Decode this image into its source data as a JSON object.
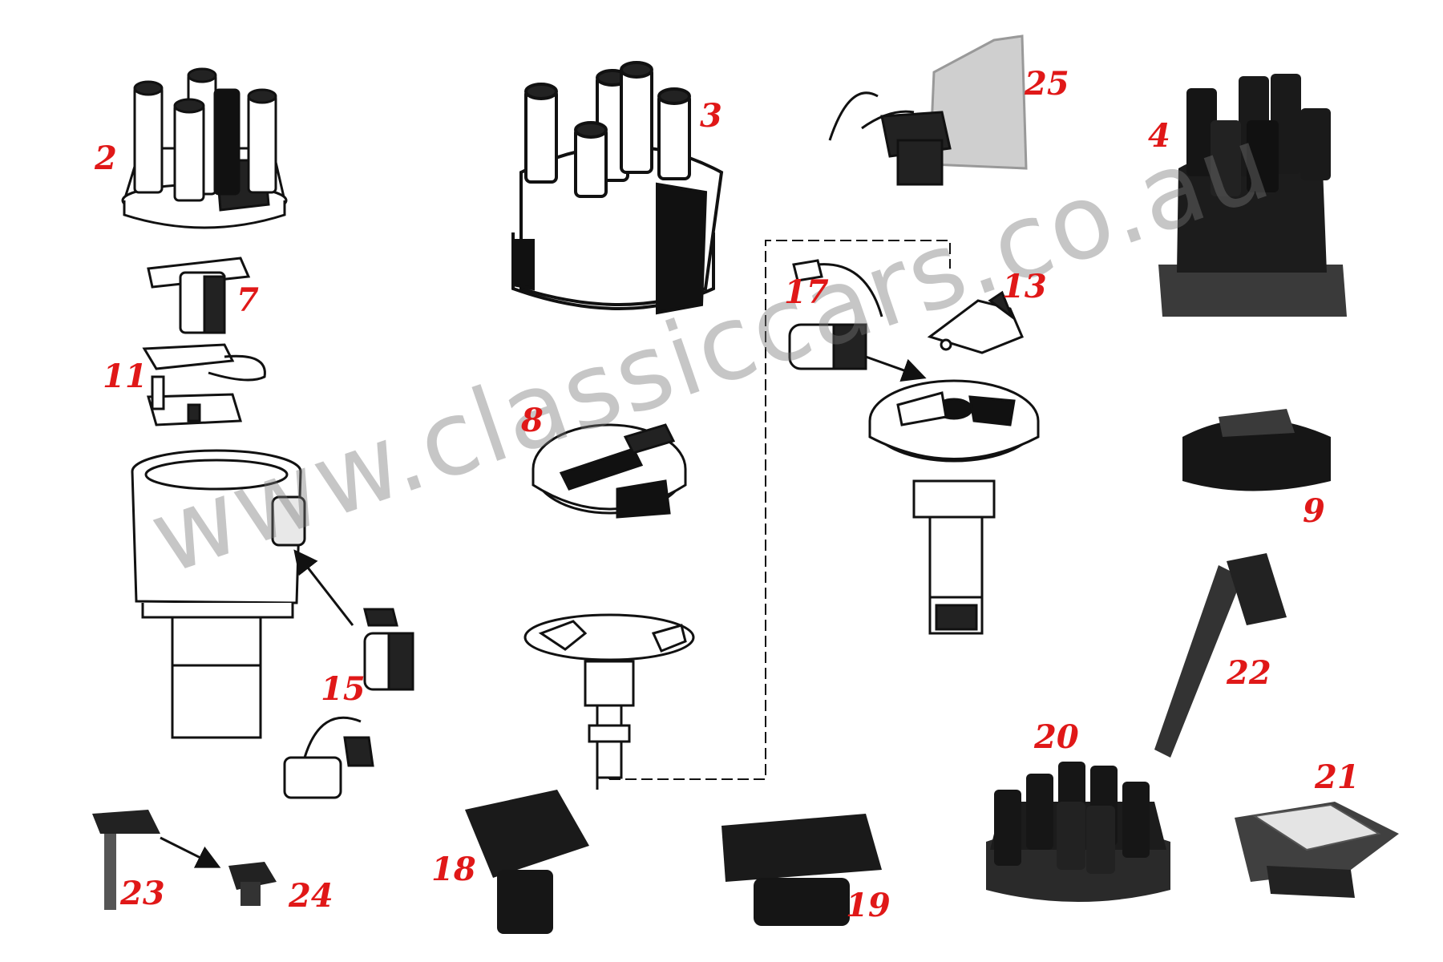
{
  "watermark": "www.classiccars.co.au",
  "label_color": "#e01818",
  "parts": [
    {
      "id": "2",
      "label": "2",
      "icon": "distributor-cap-line-icon"
    },
    {
      "id": "3",
      "label": "3",
      "icon": "distributor-cap-line-icon"
    },
    {
      "id": "4",
      "label": "4",
      "icon": "distributor-cap-photo-icon"
    },
    {
      "id": "7",
      "label": "7",
      "icon": "rotor-arm-icon"
    },
    {
      "id": "8",
      "label": "8",
      "icon": "rotor-icon"
    },
    {
      "id": "9",
      "label": "9",
      "icon": "rotor-photo-icon"
    },
    {
      "id": "11",
      "label": "11",
      "icon": "contact-points-icon"
    },
    {
      "id": "13",
      "label": "13",
      "icon": "contact-points-icon"
    },
    {
      "id": "15",
      "label": "15",
      "icon": "condenser-icon"
    },
    {
      "id": "17",
      "label": "17",
      "icon": "condenser-icon"
    },
    {
      "id": "18",
      "label": "18",
      "icon": "rotor-photo-icon"
    },
    {
      "id": "19",
      "label": "19",
      "icon": "rotor-photo-icon"
    },
    {
      "id": "20",
      "label": "20",
      "icon": "distributor-cap-photo-icon"
    },
    {
      "id": "21",
      "label": "21",
      "icon": "ignition-module-icon"
    },
    {
      "id": "22",
      "label": "22",
      "icon": "rotor-shaft-icon"
    },
    {
      "id": "23",
      "label": "23",
      "icon": "rotor-shaft-icon"
    },
    {
      "id": "24",
      "label": "24",
      "icon": "rotor-small-icon"
    },
    {
      "id": "25",
      "label": "25",
      "icon": "ignition-module-bracket-icon"
    }
  ]
}
